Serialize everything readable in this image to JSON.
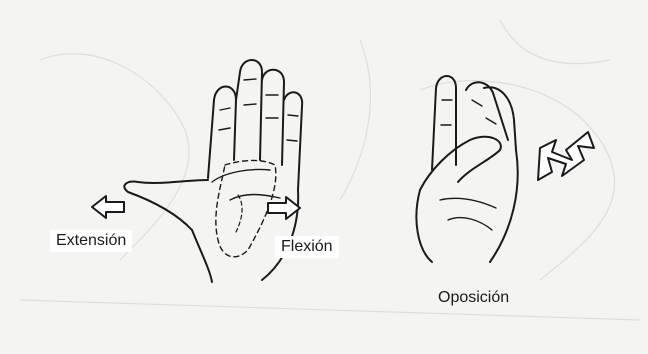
{
  "labels": {
    "extension": "Extensión",
    "flexion": "Flexión",
    "oposicion": "Oposición"
  },
  "colors": {
    "background": "#f4f4f2",
    "ink": "#1a1a1a",
    "faint_background_ink": "#dcdcd8"
  },
  "icons": {
    "left_arrow": "hollow-arrow-left-icon",
    "right_arrow": "hollow-arrow-right-icon",
    "zigzag_arrow": "zigzag-arrow-icon"
  }
}
